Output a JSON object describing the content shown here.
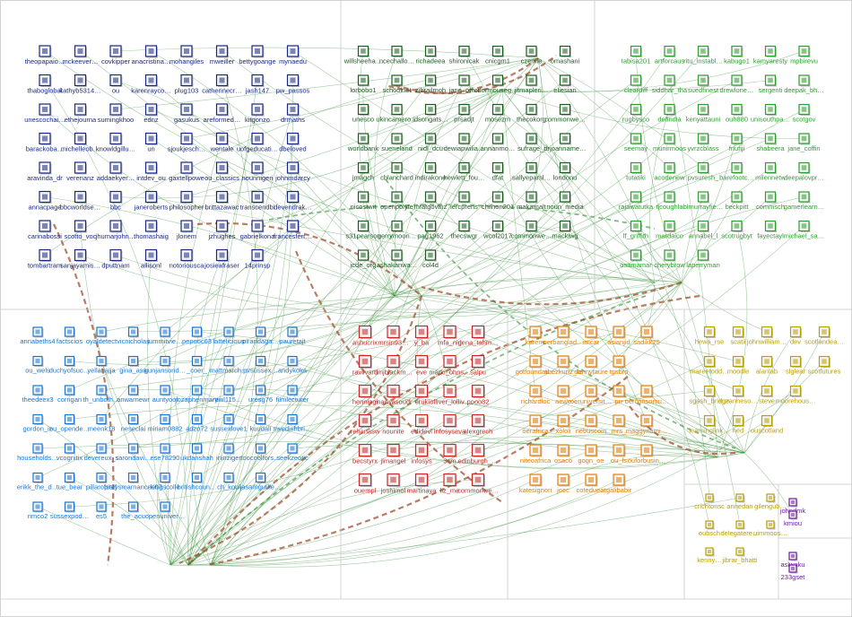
{
  "palette": {
    "group1": "#1a2a80",
    "group2": "#1b5e20",
    "group3": "#2e9e2e",
    "group4": "#1976d2",
    "group5": "#c62828",
    "group6": "#e67e00",
    "group7": "#b8a000",
    "group8": "#6a1b9a",
    "edge_green": "#2e8b2e",
    "edge_red": "#a0522d"
  },
  "groups": [
    {
      "id": "g1",
      "color_key": "group1",
      "rows": [
        [
          "theopapaio…",
          "mckeever…",
          "covkipper",
          "anacristina…",
          "mohangiles",
          "mweiller",
          "bettygoange",
          "mynaedu"
        ],
        [
          "thaboglobal",
          "kathyb5314…",
          "ou",
          "karenrayco…",
          "plug103",
          "catherinecr…",
          "jash147",
          "pw_passos"
        ],
        [
          "unescochai…",
          "ethejourna",
          "sumingkhoo",
          "ednz",
          "gasukus",
          "areformed…",
          "kitgonzo",
          "drmaths"
        ],
        [
          "barackoba…",
          "michelleob…",
          "knowldgillu…",
          "un",
          "sjoukjesch…",
          "wentale",
          "uofgeducati…",
          "dbeloved"
        ],
        [
          "aravinda_dr",
          "verenanz",
          "addaekyer…",
          "intdev_ou",
          "gaxtellpowe",
          "ou_classics",
          "nounnigeri",
          "johnmdarcy"
        ],
        [
          "annacpage",
          "bbcworldse…",
          "bbc",
          "janeroberts",
          "philosopher",
          "brittazawac",
          "transcendbi",
          "devendrak…"
        ],
        [
          "carinabossi",
          "scotto_voc",
          "jhumarjohn…",
          "thomashaig",
          "jlonem",
          "jzhughes",
          "gabrielkona",
          "francesferr…"
        ],
        [
          "tombartram",
          "sanjayamis…",
          "dputtnam",
          "allisonl",
          "notoriousca",
          "josieafraser",
          "14prinsp"
        ]
      ]
    },
    {
      "id": "g2",
      "color_key": "group2",
      "rows": [
        [
          "willsheeha…",
          "ncechallo…",
          "richadeea",
          "shironicak",
          "cnicgm1",
          "czemie",
          "omashani"
        ],
        [
          "lorbobo1",
          "schoolnet",
          "zibrailmoh",
          "jane_offici",
          "dormouseg…",
          "jitmapleri…",
          "eliesian"
        ],
        [
          "unesco",
          "ukincamero…",
          "idsongats…",
          "prsadjt",
          "mosezm",
          "thecokorg",
          "commonwe…"
        ],
        [
          "worldbank",
          "sueneland",
          "nidl_dcu",
          "dewiapwilia…",
          "annanmo…",
          "sufrage_i",
          "drjoanname…"
        ],
        [
          "jmagch",
          "cblanchard",
          "indirakone",
          "hewlett_fou…",
          "dfat",
          "sallyeparsl…",
          "londonu"
        ],
        [
          "nicostwit",
          "openpolyte",
          "mfatgovtnz",
          "iercprens",
          "chilhon201",
          "makamalt",
          "noun_media"
        ],
        [
          "s31pearson",
          "gerrymoon…",
          "pag1962",
          "thecswgr",
          "wcol2017",
          "commonwe…",
          "mackiwg"
        ],
        [
          "icde_org",
          "ashakanwa…",
          "col4d"
        ]
      ]
    },
    {
      "id": "g3",
      "color_key": "group3",
      "rows": [
        [
          "tabisa201",
          "artforcaus",
          "ritu_instabl…",
          "kabugo1",
          "kamyaresty",
          "mpbirevu"
        ],
        [
          "cleardiff",
          "siddhar_tha",
          "suedfinest",
          "drewlone…",
          "sergenti",
          "deepak_bh…"
        ],
        [
          "rugbysco",
          "defindia",
          "kenyattauni",
          "ouh880",
          "unisouthpa…",
          "scotgov"
        ],
        [
          "seemay",
          "munirmoos",
          "yvrzcblass",
          "fnufiji",
          "shabeera",
          "jane_coffin"
        ],
        [
          "tutatiki",
          "acodenew",
          "pvsuresh_",
          "barefootc…",
          "milennetw",
          "deepalovpr…"
        ],
        [
          "rajawatutka",
          "tjcoughla",
          "blmurrayfie…",
          "beckpitt",
          "commsch",
          "gamerlearn…"
        ],
        [
          "lf_griffith",
          "mardaico",
          "annabel_l",
          "scotrugbyt",
          "fayectayl",
          "michael_sa…"
        ],
        [
          "osamamar",
          "cherybrow",
          "laperryman"
        ]
      ]
    },
    {
      "id": "g4",
      "color_key": "group4",
      "rows": [
        [
          "annabeths4",
          "factscios",
          "oyaldetect",
          "vicnicholas",
          "jummitvie…",
          "pepooc63",
          "lattelicious",
          "pirandaga…",
          "pauretajt"
        ],
        [
          "ou_wels",
          "duchyofsuc…",
          "yellanaija",
          "gina_asa",
          "gunjansond…",
          "_coer_",
          "mattmarch…",
          "pvsussex…",
          "andykoka"
        ],
        [
          "theedeex3",
          "corrigan",
          "th_unboth…",
          "anwarnewr",
          "auntyoof",
          "jozaphenmary",
          "awl115…",
          "uresg76",
          "filmlecturer"
        ],
        [
          "gordon_iz",
          "ou_opende…",
          "meenk18",
          "neseclai",
          "miriam0882",
          "adzo72",
          "sussexlove1",
          "kuudali",
          "swedishbri…"
        ],
        [
          "households…",
          "vcognitix",
          "devereux_s",
          "sarondavi…",
          "ese78290",
          "ukdanshah",
          "ininziger",
          "toocoolfors…",
          "seekzeotic"
        ],
        [
          "erikk_the_d…",
          "tue_bear",
          "pillarofstef",
          "pistysmarnances07",
          "kingscolle",
          "britishcoun…",
          "ch_koul",
          "jasamgurlie…"
        ],
        [
          "nmco2",
          "sussexpod…",
          "es5",
          "the_acu",
          "openuniver…"
        ]
      ]
    },
    {
      "id": "g5",
      "color_key": "group5",
      "rows": [
        [
          "ashucrix",
          "mrsin93…",
          "y_ba",
          "mfa_nig",
          "dena_tahm…"
        ],
        [
          "raviivard",
          "timjblackm…",
          "eve",
          "marki_ohns…",
          "salpu"
        ],
        [
          "henningi",
          "marwasoudi",
          "eruk",
          "iolliver_iolliv…",
          "pooo82"
        ],
        [
          "rehanasw",
          "nounite",
          "edidevl",
          "infosyseva",
          "alexgrech"
        ],
        [
          "becstyrx",
          "jimangel",
          "infosys",
          "3cm",
          "edinburgh_…"
        ],
        [
          "ouempl",
          "joshimol",
          "martinaya",
          "liz_me",
          "commonwe…"
        ]
      ]
    },
    {
      "id": "g6",
      "color_key": "group6",
      "rows": [
        [
          "karenc",
          "oerbanglad…",
          "imcar",
          "asianjid",
          "sadikk25"
        ],
        [
          "gotfoundati…",
          "abezkurtz_fe",
          "dannyfaure",
          "tgsbro"
        ],
        [
          "richardloc",
          "aewe",
          "oeruniversit…",
          "prr",
          "oerconsortiu…"
        ],
        [
          "oerafrica",
          "xololi",
          "nebuscom",
          "mrs_",
          "maggynami…"
        ],
        [
          "niteoafrica",
          "osaco",
          "gogn_oe",
          "ou_fs",
          "ouforbusin…"
        ],
        [
          "katesignori",
          "joec",
          "cotedueat",
          "galibabir"
        ]
      ]
    },
    {
      "id": "g7",
      "color_key": "group7",
      "rows": [
        [
          "hewa_rse",
          "scatii",
          "johnwilliam…",
          "dev",
          "scotlandea…"
        ],
        [
          "mareetodd…",
          "moodle",
          "alanlab",
          "slglear",
          "scotfutures"
        ],
        [
          "sgash_bridge",
          "suzanneso…",
          "steve",
          "moorehous…"
        ],
        [
          "learninglink…",
          "ned",
          "ouscotland"
        ]
      ]
    },
    {
      "id": "g8",
      "color_key": "group7",
      "rows": [
        [
          "crichtonsc",
          "annedan",
          "gilengub…"
        ],
        [
          "oubsch",
          "delegatere…",
          "uimmoos…"
        ],
        [
          "kenny…",
          "jibrar_bhatti"
        ]
      ]
    },
    {
      "id": "g9",
      "color_key": "group8",
      "rows": [
        [
          "johndmk",
          "kmiou"
        ]
      ]
    },
    {
      "id": "g10",
      "color_key": "group8",
      "rows": [
        [
          "aslwaku",
          "233gset"
        ]
      ]
    }
  ]
}
